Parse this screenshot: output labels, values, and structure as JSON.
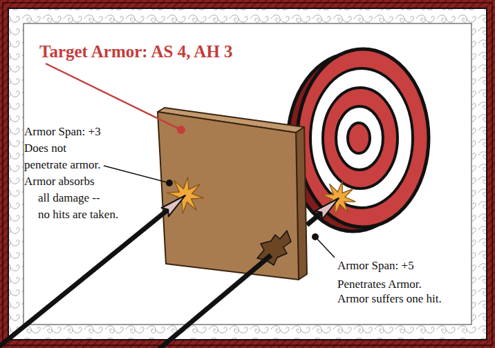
{
  "diagram": {
    "labels": [
      "Target Armor: AS 4, AH 3",
      "Armor Span: +3",
      "Does not penetrate armor. Armor absorbs all damage -- no hits are taken.",
      "Armor Span: +5",
      "Penetrates Armor. Armor suffers one hit."
    ]
  }
}
